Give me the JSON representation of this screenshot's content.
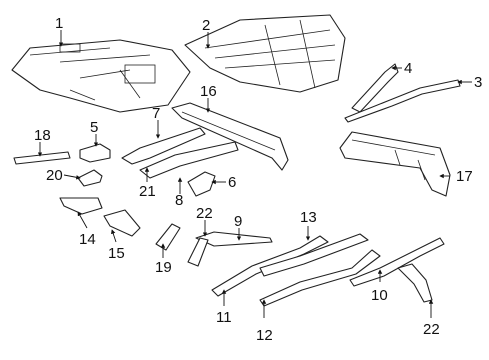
{
  "diagram": {
    "callouts": [
      "1",
      "2",
      "3",
      "4",
      "5",
      "6",
      "7",
      "8",
      "9",
      "10",
      "11",
      "12",
      "13",
      "14",
      "15",
      "16",
      "17",
      "18",
      "19",
      "20",
      "21",
      "22"
    ],
    "callout_22_second": "22",
    "colors": {
      "line": "#222222",
      "background": "#ffffff",
      "text": "#111111"
    }
  }
}
